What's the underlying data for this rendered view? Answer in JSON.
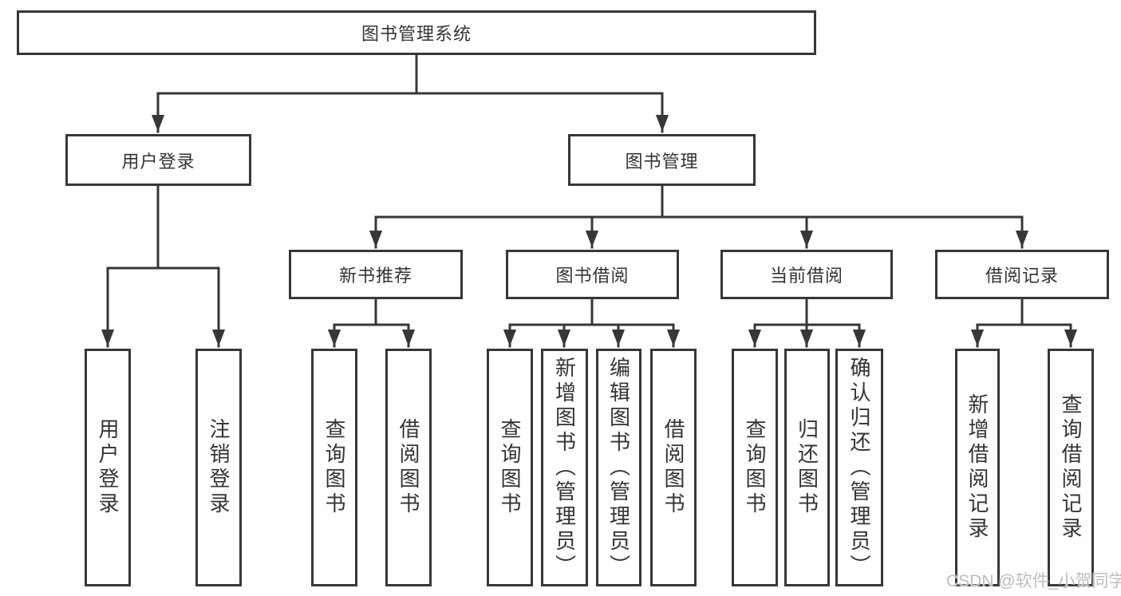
{
  "tree": {
    "label": "图书管理系统",
    "children": [
      {
        "label": "用户登录",
        "children": [
          {
            "label": "用户登录"
          },
          {
            "label": "注销登录"
          }
        ]
      },
      {
        "label": "图书管理",
        "children": [
          {
            "label": "新书推荐",
            "children": [
              {
                "label": "查询图书"
              },
              {
                "label": "借阅图书"
              }
            ]
          },
          {
            "label": "图书借阅",
            "children": [
              {
                "label": "查询图书"
              },
              {
                "label": "新增图书（管理员）"
              },
              {
                "label": "编辑图书（管理员）"
              },
              {
                "label": "借阅图书"
              }
            ]
          },
          {
            "label": "当前借阅",
            "children": [
              {
                "label": "查询图书"
              },
              {
                "label": "归还图书"
              },
              {
                "label": "确认归还（管理员）"
              }
            ]
          },
          {
            "label": "借阅记录",
            "children": [
              {
                "label": "新增借阅记录"
              },
              {
                "label": "查询借阅记录"
              }
            ]
          }
        ]
      }
    ]
  },
  "watermark": {
    "text": "CSDN @软件_小贺同学"
  },
  "colors": {
    "line": "#373737",
    "text": "#333333",
    "background": "#ffffff",
    "watermark": "#bdbdbd"
  }
}
